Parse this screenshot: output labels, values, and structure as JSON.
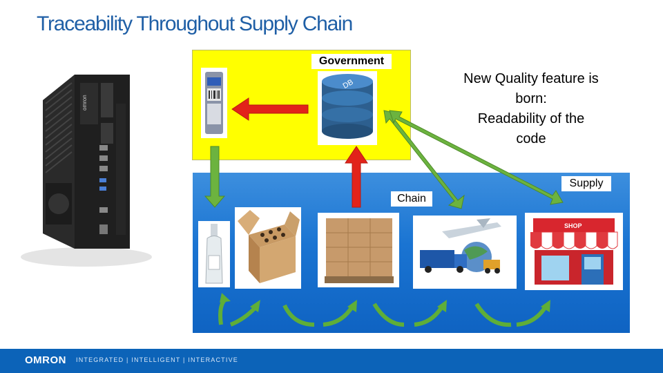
{
  "title": "Traceability Throughout Supply Chain",
  "labels": {
    "government": "Government",
    "chain": "Chain",
    "supply": "Supply",
    "quality_lines": [
      "New Quality feature is",
      "born:",
      "Readability of the",
      "code"
    ]
  },
  "footer": {
    "logo": "OMRON",
    "tagline": "INTEGRATED | INTELLIGENT | INTERACTIVE"
  },
  "colors": {
    "title": "#1f5fa6",
    "government_box": "#ffff00",
    "chain_box": "#1a74d2",
    "red_arrow": "#e2231a",
    "green_arrow": "#6cb33f",
    "footer": "#0c63b8"
  },
  "icons": [
    "controller-device-image",
    "label-scanner-image",
    "database-icon",
    "bottle-image",
    "wine-box-image",
    "pallet-image",
    "logistics-image",
    "shop-image"
  ]
}
